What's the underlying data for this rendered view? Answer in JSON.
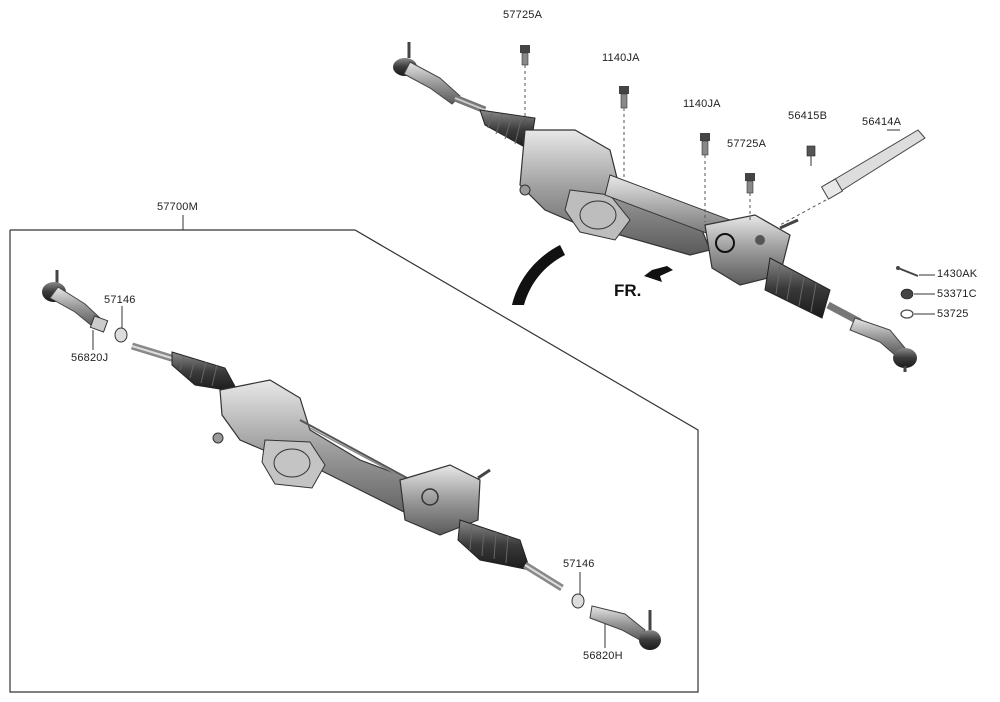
{
  "labels": {
    "p57725A_top": "57725A",
    "p1140JA_a": "1140JA",
    "p1140JA_b": "1140JA",
    "p56415B": "56415B",
    "p56414A": "56414A",
    "p57725A_mid": "57725A",
    "p1430AK": "1430AK",
    "p53371C": "53371C",
    "p53725": "53725",
    "p57700M": "57700M",
    "p57146_left": "57146",
    "p56820J": "56820J",
    "p57146_right": "57146",
    "p56820H": "56820H"
  },
  "direction": "FR."
}
